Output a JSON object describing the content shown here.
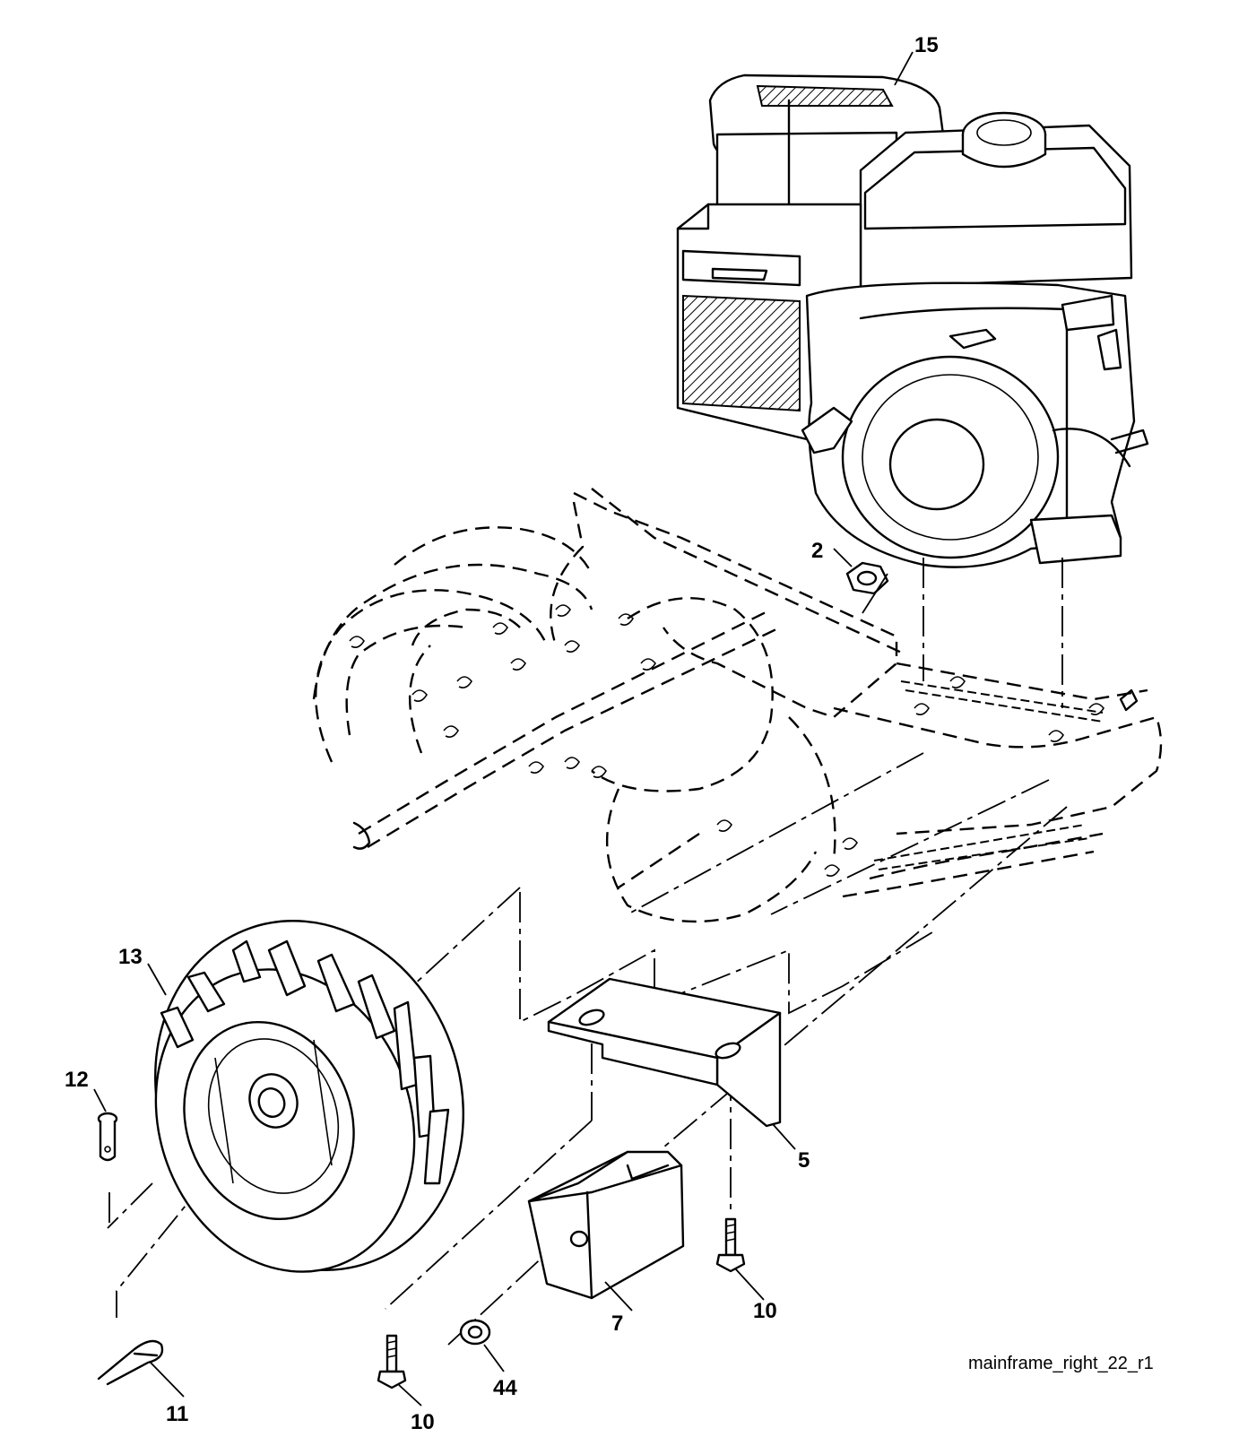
{
  "diagram": {
    "caption": "mainframe_right_22_r1",
    "callouts": [
      {
        "id": "15",
        "part": "engine"
      },
      {
        "id": "2",
        "part": "nut"
      },
      {
        "id": "13",
        "part": "wheel"
      },
      {
        "id": "12",
        "part": "clevis-pin"
      },
      {
        "id": "11",
        "part": "hairpin-clip"
      },
      {
        "id": "5",
        "part": "bracket"
      },
      {
        "id": "7",
        "part": "weight"
      },
      {
        "id": "10",
        "part": "bolt"
      },
      {
        "id": "10",
        "part": "bolt"
      },
      {
        "id": "44",
        "part": "lock-nut"
      }
    ]
  }
}
